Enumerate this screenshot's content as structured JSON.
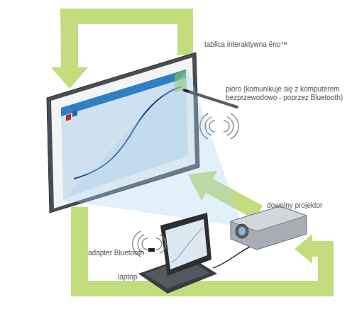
{
  "diagram": {
    "labels": [
      "tablica interaktywna ēno™",
      "pióro (komunikuje się z komputerem bezprzewodowo - poprzez Bluetooth)",
      "dowolny projektor",
      "adapter Bluetooth",
      "laptop"
    ]
  }
}
